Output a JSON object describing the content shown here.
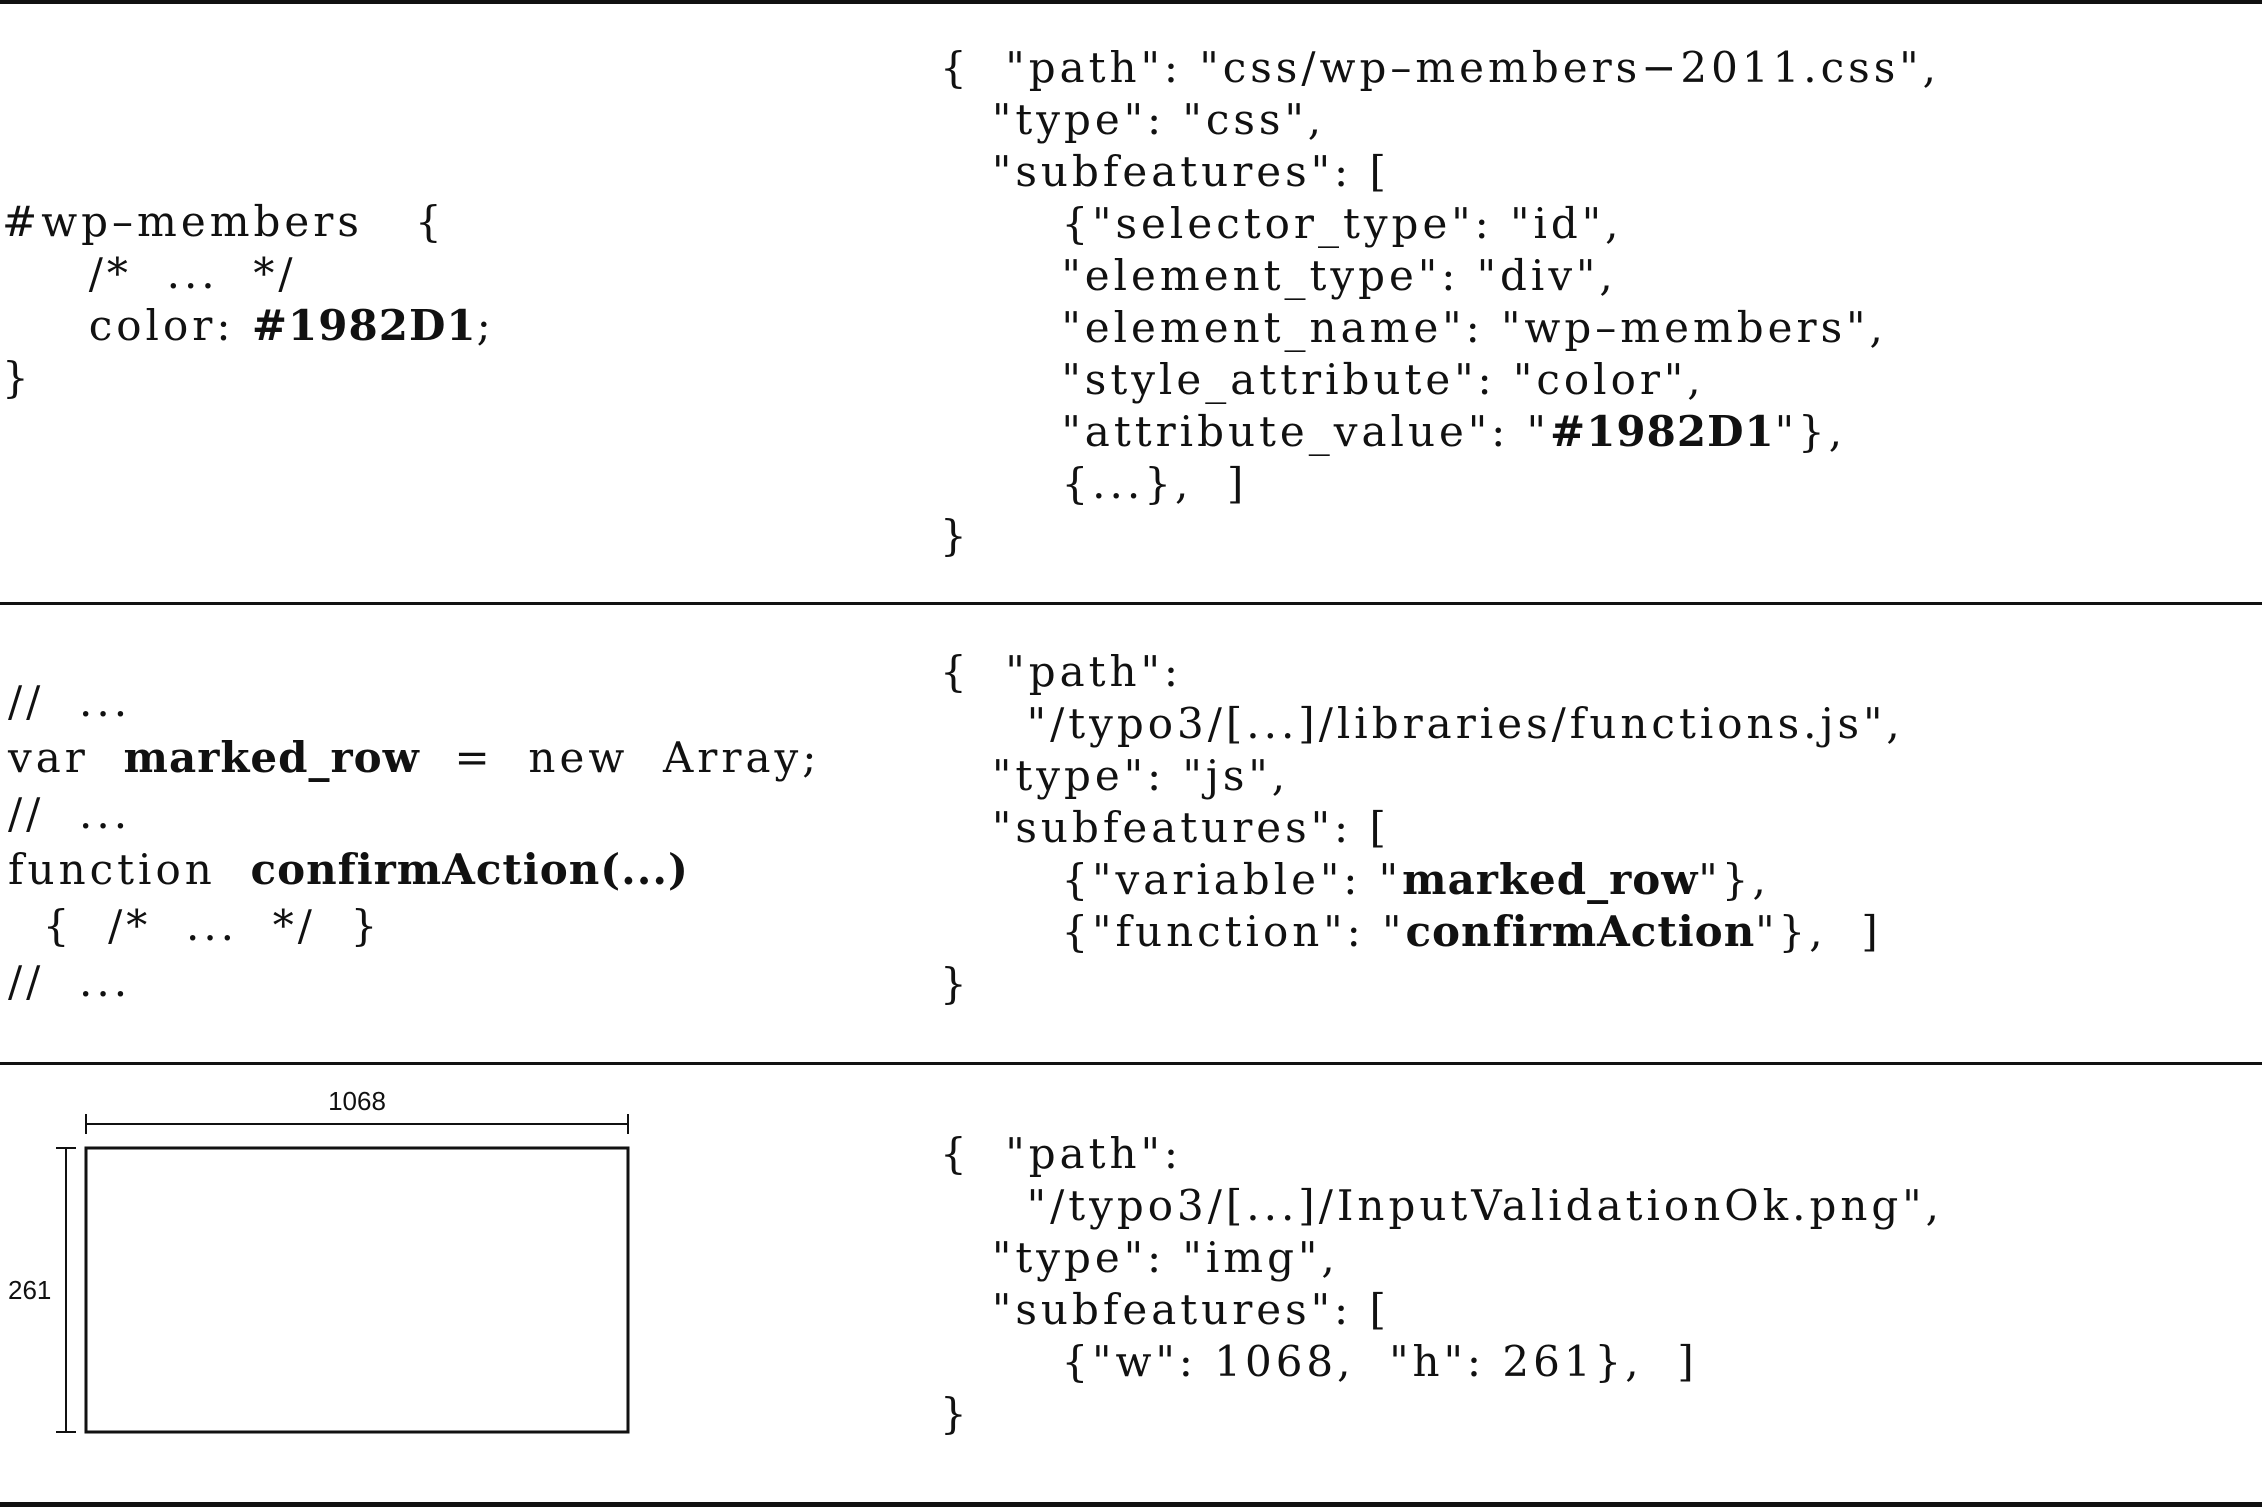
{
  "examples": [
    {
      "type": "css",
      "source_lines": [
        [
          {
            "t": "#wp–members   {"
          }
        ],
        [
          {
            "t": "     /*  ...  */"
          }
        ],
        [
          {
            "t": "     color: "
          },
          {
            "t": "#1982D1",
            "b": true
          },
          {
            "t": ";"
          }
        ],
        [
          {
            "t": "}"
          }
        ]
      ],
      "json_lines": [
        [
          {
            "t": "{  \"path\": \"css/wp–members−2011.css\","
          }
        ],
        [
          {
            "t": "   \"type\": \"css\","
          }
        ],
        [
          {
            "t": "   \"subfeatures\": ["
          }
        ],
        [
          {
            "t": "       {\"selector_type\": \"id\","
          }
        ],
        [
          {
            "t": "       \"element_type\": \"div\","
          }
        ],
        [
          {
            "t": "       \"element_name\": \"wp–members\","
          }
        ],
        [
          {
            "t": "       \"style_attribute\": \"color\","
          }
        ],
        [
          {
            "t": "       \"attribute_value\": \""
          },
          {
            "t": "#1982D1",
            "b": true
          },
          {
            "t": "\"},"
          }
        ],
        [
          {
            "t": "       {...},  ]"
          }
        ],
        [
          {
            "t": "}"
          }
        ]
      ]
    },
    {
      "type": "js",
      "source_lines": [
        [
          {
            "t": "//  ..."
          }
        ],
        [
          {
            "t": "var  "
          },
          {
            "t": "marked_row",
            "b": true
          },
          {
            "t": "  =  new  Array;"
          }
        ],
        [
          {
            "t": "//  ..."
          }
        ],
        [
          {
            "t": "function  "
          },
          {
            "t": "confirmAction(...)",
            "b": true
          }
        ],
        [
          {
            "t": "  {  /*  ...  */  }"
          }
        ],
        [
          {
            "t": "//  ..."
          }
        ]
      ],
      "json_lines": [
        [
          {
            "t": "{  \"path\":"
          }
        ],
        [
          {
            "t": "     \"/typo3/[...]/libraries/functions.js\","
          }
        ],
        [
          {
            "t": "   \"type\": \"js\","
          }
        ],
        [
          {
            "t": "   \"subfeatures\": ["
          }
        ],
        [
          {
            "t": "       {\"variable\": \""
          },
          {
            "t": "marked_row",
            "b": true
          },
          {
            "t": "\"},"
          }
        ],
        [
          {
            "t": "       {\"function\": \""
          },
          {
            "t": "confirmAction",
            "b": true
          },
          {
            "t": "\"},  ]"
          }
        ],
        [
          {
            "t": "}"
          }
        ]
      ]
    },
    {
      "type": "img",
      "image": {
        "width_label": "1068",
        "height_label": "261",
        "width": 1068,
        "height": 261
      },
      "json_lines": [
        [
          {
            "t": "{  \"path\":"
          }
        ],
        [
          {
            "t": "     \"/typo3/[...]/InputValidationOk.png\","
          }
        ],
        [
          {
            "t": "   \"type\": \"img\","
          }
        ],
        [
          {
            "t": "   \"subfeatures\": ["
          }
        ],
        [
          {
            "t": "       {\"w\": 1068,  \"h\": 261},  ]"
          }
        ],
        [
          {
            "t": "}"
          }
        ]
      ]
    }
  ]
}
